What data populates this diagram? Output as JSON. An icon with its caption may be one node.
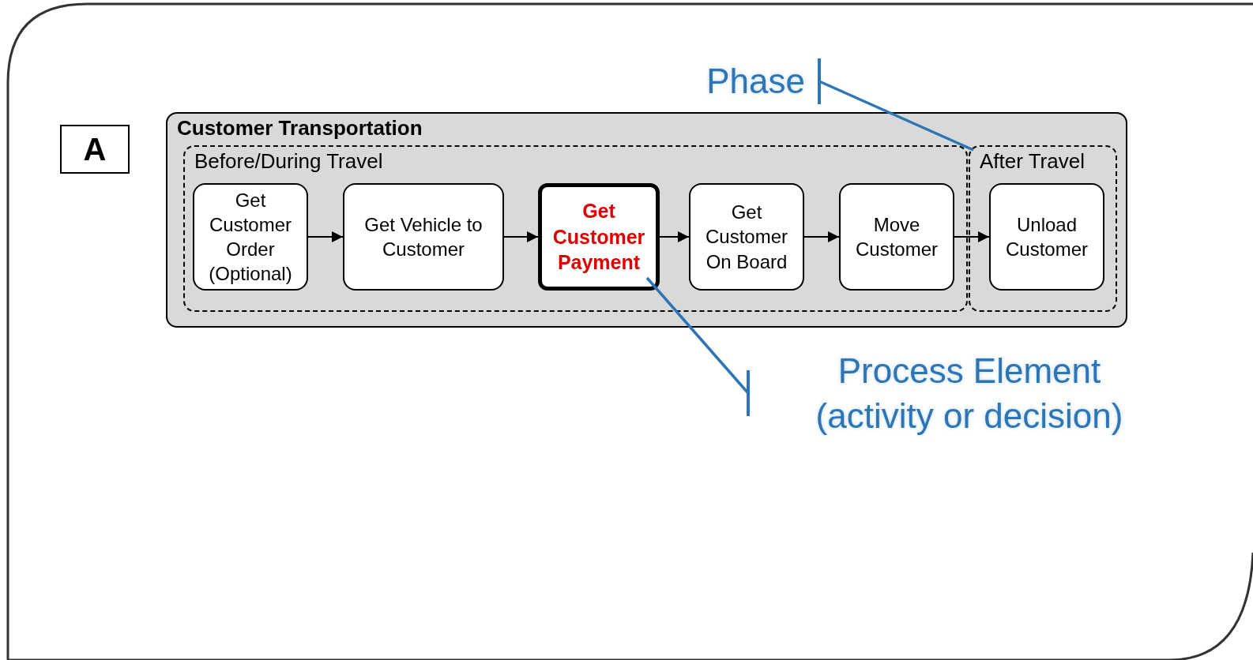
{
  "diagram": {
    "nodes": [
      {
        "text": [
          "A"
        ]
      },
      {
        "text": [
          "Customer Transportation"
        ]
      },
      {
        "text": [
          "Before/During Travel"
        ],
        "in": 1
      },
      {
        "text": [
          "After Travel"
        ],
        "in": 1
      },
      {
        "text": [
          "Get Customer Order (Optional)"
        ],
        "in": 2
      },
      {
        "text": [
          "Get Vehicle to Customer"
        ],
        "in": 2
      },
      {
        "text": [
          "Get Customer Payment"
        ],
        "in": 2
      },
      {
        "text": [
          "Get Customer On Board"
        ],
        "in": 2
      },
      {
        "text": [
          "Move Customer"
        ],
        "in": 2
      },
      {
        "text": [
          "Unload Customer"
        ],
        "in": 3
      },
      {
        "text": [
          "Phase"
        ]
      },
      {
        "text": [
          "Process Element (activity or decision)"
        ]
      }
    ],
    "edges": [
      {
        "from": 4,
        "to": 5,
        "arrow": "to"
      },
      {
        "from": 5,
        "to": 6,
        "arrow": "to"
      },
      {
        "from": 6,
        "to": 7,
        "arrow": "to"
      },
      {
        "from": 7,
        "to": 8,
        "arrow": "to"
      },
      {
        "from": 8,
        "to": 9,
        "arrow": "to"
      },
      {
        "from": 10,
        "to": 3,
        "arrow": "other",
        "color": "#2e75b6"
      },
      {
        "from": 11,
        "to": 6,
        "arrow": "other",
        "color": "#2e75b6"
      }
    ]
  }
}
